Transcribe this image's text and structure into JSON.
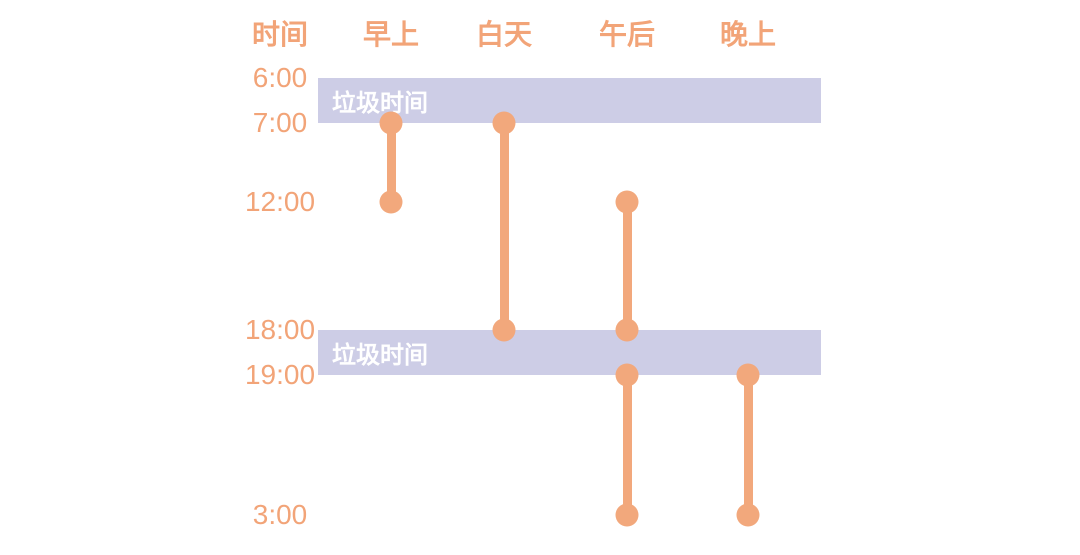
{
  "page": {
    "background": "#FFFFFF"
  },
  "header": {
    "axis_label": "时间",
    "columns": [
      "早上",
      "白天",
      "午后",
      "晚上"
    ]
  },
  "chart_data": {
    "type": "bar",
    "subtype": "vertical-time-range-dumbbell-schedule",
    "title": "",
    "xlabel": "",
    "ylabel": "时间",
    "y_axis": {
      "label": "时间",
      "ticks": [
        "6:00",
        "7:00",
        "12:00",
        "18:00",
        "19:00",
        "3:00"
      ],
      "direction": "time increases downward; 3:00 is late-night next day"
    },
    "categories": [
      "早上",
      "白天",
      "午后",
      "晚上"
    ],
    "series": [
      {
        "name": "早上",
        "ranges": [
          {
            "from": "7:00",
            "to": "12:00"
          }
        ]
      },
      {
        "name": "白天",
        "ranges": [
          {
            "from": "7:00",
            "to": "18:00"
          }
        ]
      },
      {
        "name": "午后",
        "ranges": [
          {
            "from": "12:00",
            "to": "18:00"
          },
          {
            "from": "19:00",
            "to": "3:00"
          }
        ]
      },
      {
        "name": "晚上",
        "ranges": [
          {
            "from": "19:00",
            "to": "3:00"
          }
        ]
      }
    ],
    "bands": [
      {
        "label": "垃圾时间",
        "from": "6:00",
        "to": "7:00"
      },
      {
        "label": "垃圾时间",
        "from": "18:00",
        "to": "19:00"
      }
    ],
    "legend": "none",
    "grid": false
  },
  "colors": {
    "accent_orange_text": "#F2A478",
    "accent_orange_shape": "#F2A87C",
    "band_lavender": "#CDCDE6",
    "band_label": "#FFFFFF",
    "background": "#FFFFFF"
  }
}
